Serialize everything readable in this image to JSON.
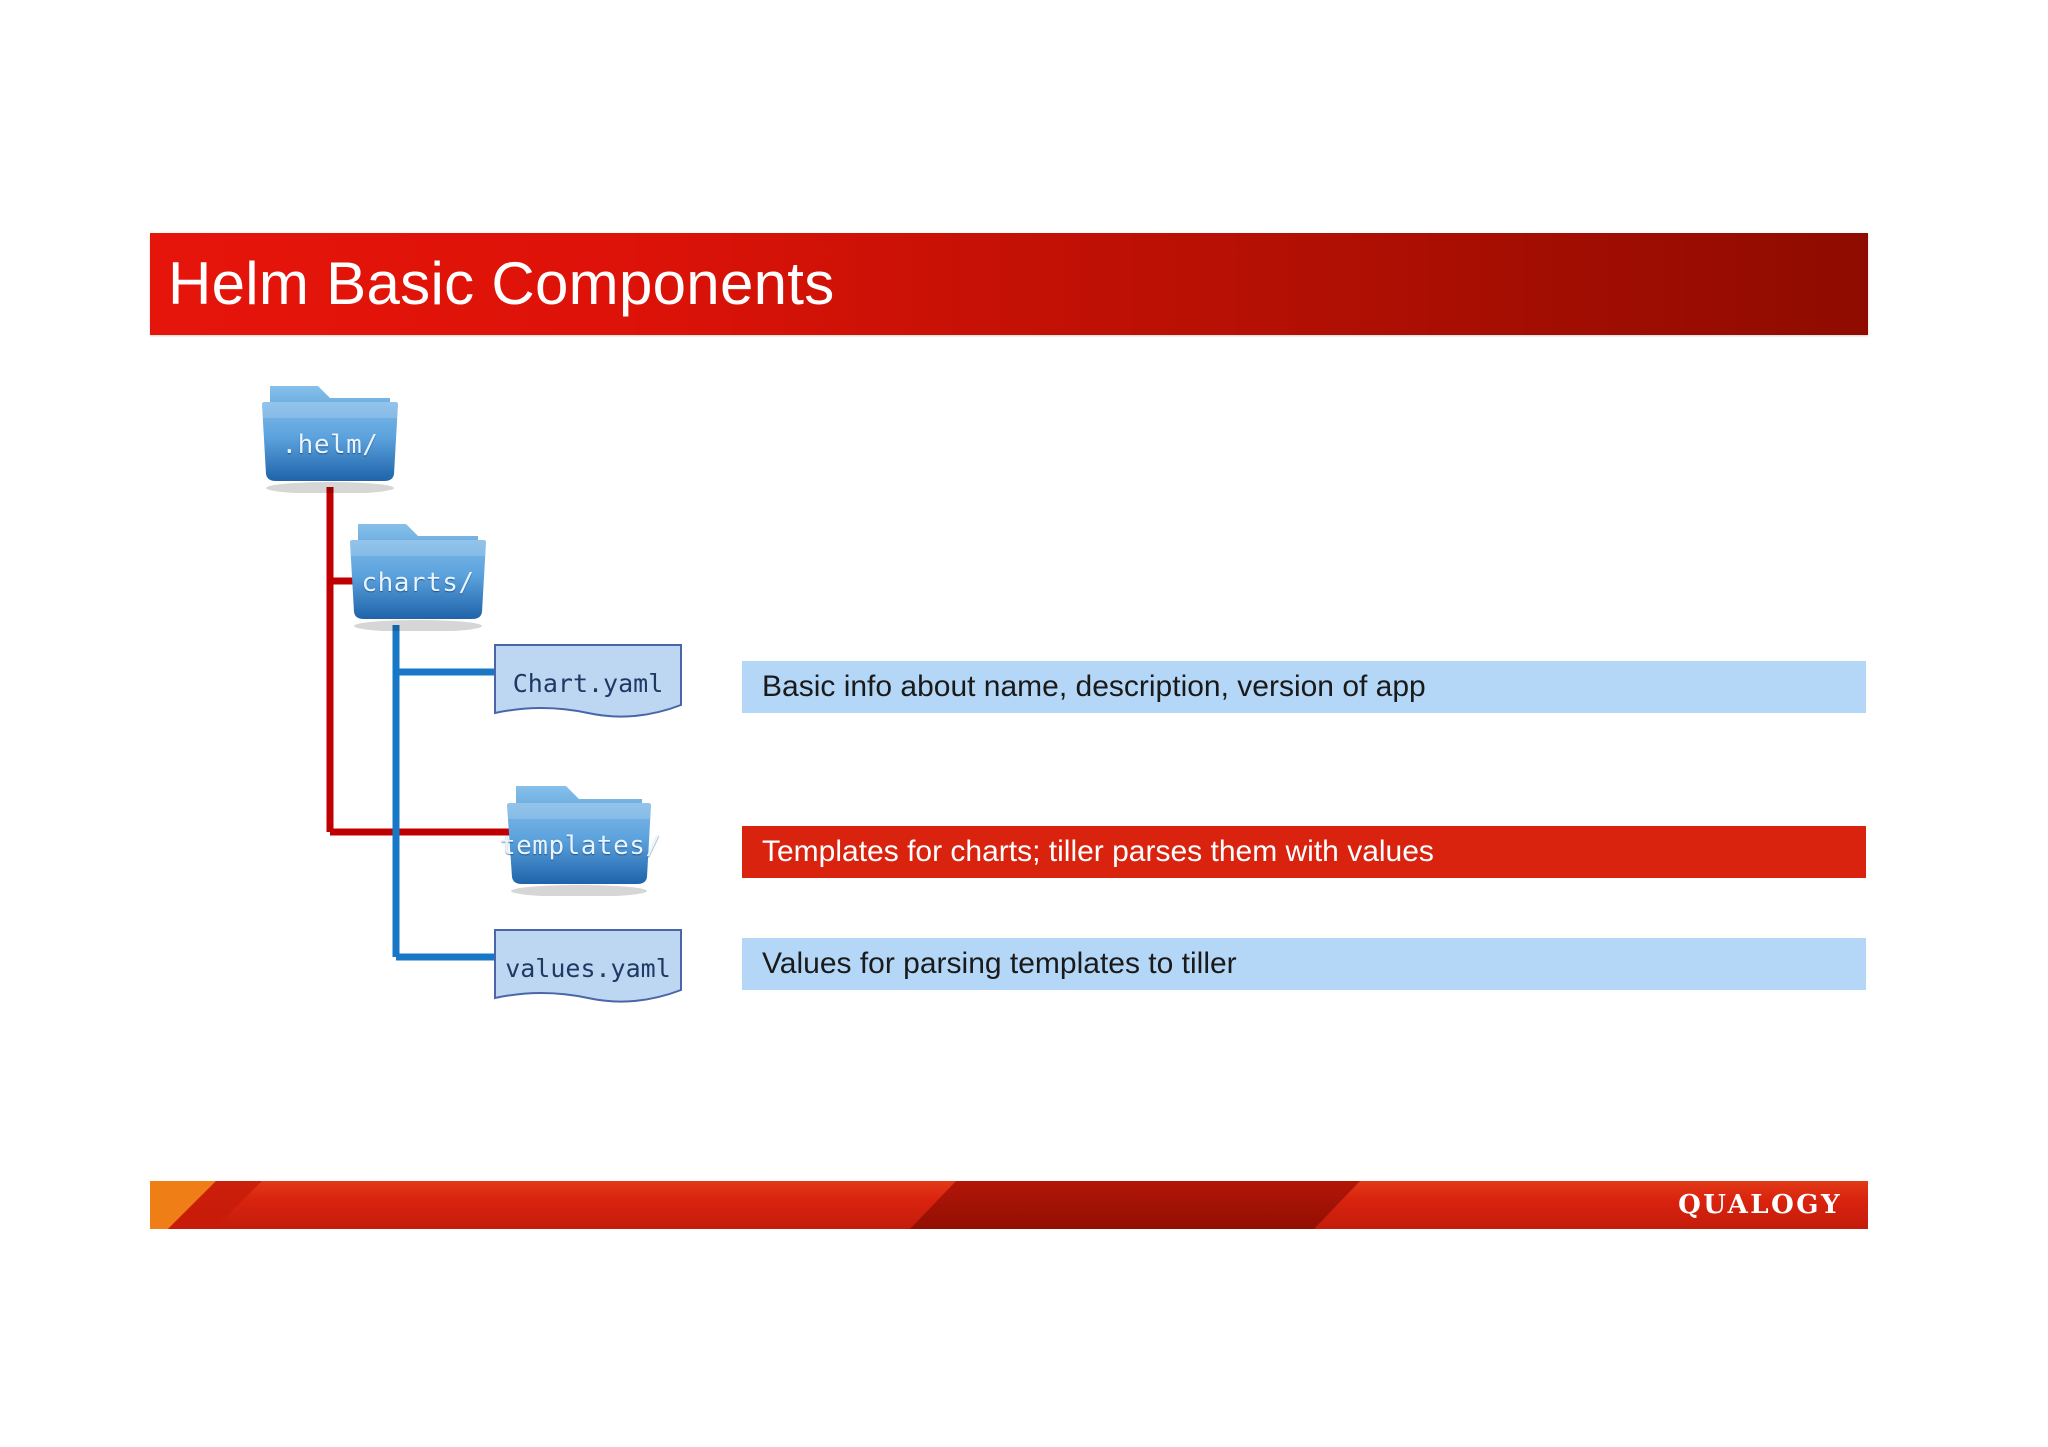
{
  "slide": {
    "title": "Helm Basic Components",
    "background_color": "#ffffff"
  },
  "theme": {
    "banner_red_light": "#e6150b",
    "banner_red_dark": "#8f0b00",
    "bar_blue": "#b4d7f7",
    "bar_red": "#d9230f",
    "line_red": "#c00000",
    "line_blue": "#1878c6",
    "folder_blue_light": "#7ab8e8",
    "folder_blue_dark": "#2167ad",
    "doc_fill": "#bdd7f2",
    "doc_stroke": "#4a66a8",
    "footer_orange": "#f07e16",
    "footer_red": "#d9230f",
    "footer_dark_red": "#a31505"
  },
  "tree": {
    "nodes": [
      {
        "id": "helm",
        "kind": "folder",
        "label": ".helm/"
      },
      {
        "id": "charts",
        "kind": "folder",
        "label": "charts/"
      },
      {
        "id": "chart_yaml",
        "kind": "document",
        "label": "Chart.yaml"
      },
      {
        "id": "templates",
        "kind": "folder",
        "label": "templates/"
      },
      {
        "id": "values_yaml",
        "kind": "document",
        "label": "values.yaml"
      }
    ]
  },
  "descriptions": [
    {
      "for": "chart_yaml",
      "text": "Basic info about name, description, version of app",
      "style": "blue"
    },
    {
      "for": "templates",
      "text": "Templates for charts; tiller parses them with values",
      "style": "red"
    },
    {
      "for": "values_yaml",
      "text": "Values for parsing templates to tiller",
      "style": "blue"
    }
  ],
  "footer": {
    "logo": "QUALOGY"
  }
}
